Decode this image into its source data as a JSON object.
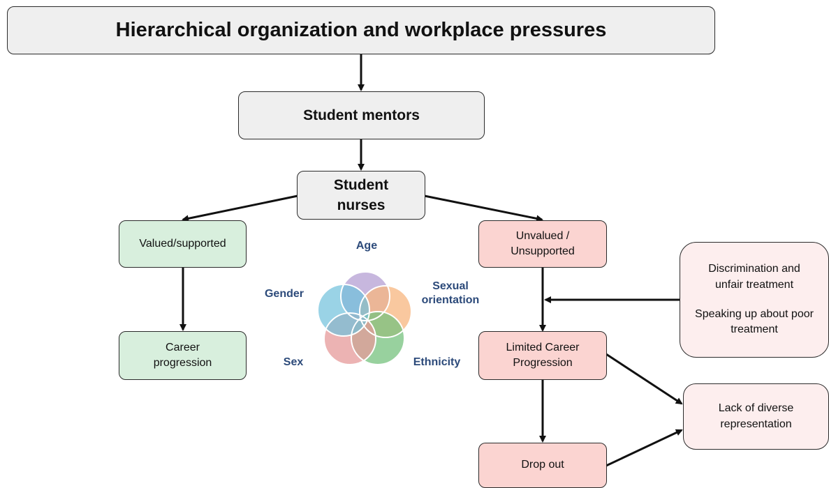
{
  "nodes": {
    "top": "Hierarchical organization and workplace pressures",
    "mentors": "Student mentors",
    "nurses": "Student nurses",
    "valued": "Valued/supported",
    "career": "Career progression",
    "unvalued": "Unvalued / Unsupported",
    "limited": "Limited Career Progression",
    "dropout": "Drop out",
    "discrimination_line1": "Discrimination and unfair treatment",
    "discrimination_line2": "Speaking up about poor treatment",
    "lack": "Lack of diverse representation"
  },
  "identity_labels": {
    "age": "Age",
    "gender": "Gender",
    "sexual_orientation": "Sexual orientation",
    "sex": "Sex",
    "ethnicity": "Ethnicity"
  },
  "colors": {
    "age": "#b9a5d6",
    "gender": "#6fc1dc",
    "sexual_orientation": "#f7b57f",
    "sex": "#e59a9a",
    "ethnicity": "#76c27e",
    "label_text": "#2c4a7a"
  }
}
